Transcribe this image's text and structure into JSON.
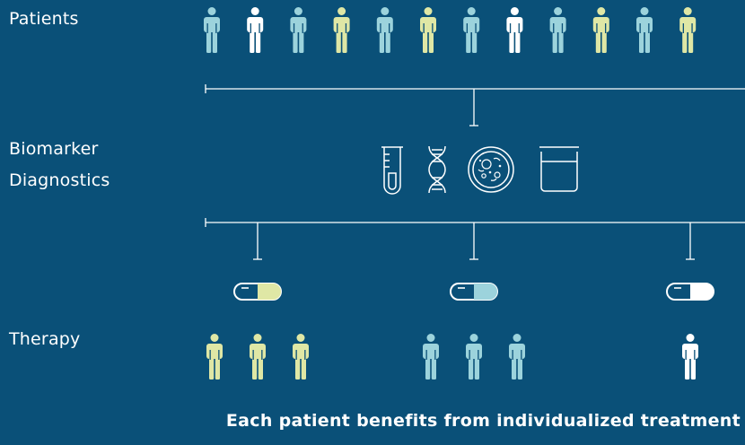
{
  "colors": {
    "background": "#0a5078",
    "light_blue": "#9cd3dc",
    "yellow_green": "#dfe7a5",
    "white": "#ffffff",
    "line": "#ffffff"
  },
  "labels": {
    "patients": "Patients",
    "biomarker_line1": "Biomarker",
    "biomarker_line2": "Diagnostics",
    "therapy": "Therapy"
  },
  "patients": [
    {
      "color": "light_blue"
    },
    {
      "color": "white"
    },
    {
      "color": "light_blue"
    },
    {
      "color": "yellow_green"
    },
    {
      "color": "light_blue"
    },
    {
      "color": "yellow_green"
    },
    {
      "color": "light_blue"
    },
    {
      "color": "white"
    },
    {
      "color": "light_blue"
    },
    {
      "color": "yellow_green"
    },
    {
      "color": "light_blue"
    },
    {
      "color": "yellow_green"
    }
  ],
  "diagnostic_icons": [
    "test-tube-icon",
    "dna-helix-icon",
    "petri-dish-icon",
    "beaker-icon"
  ],
  "therapy_groups": [
    {
      "pill_color": "yellow_green",
      "patients": 3,
      "patient_color": "yellow_green"
    },
    {
      "pill_color": "light_blue",
      "patients": 3,
      "patient_color": "light_blue"
    },
    {
      "pill_color": "white",
      "patients": 1,
      "patient_color": "white"
    }
  ],
  "caption": "Each patient benefits from individualized treatment"
}
